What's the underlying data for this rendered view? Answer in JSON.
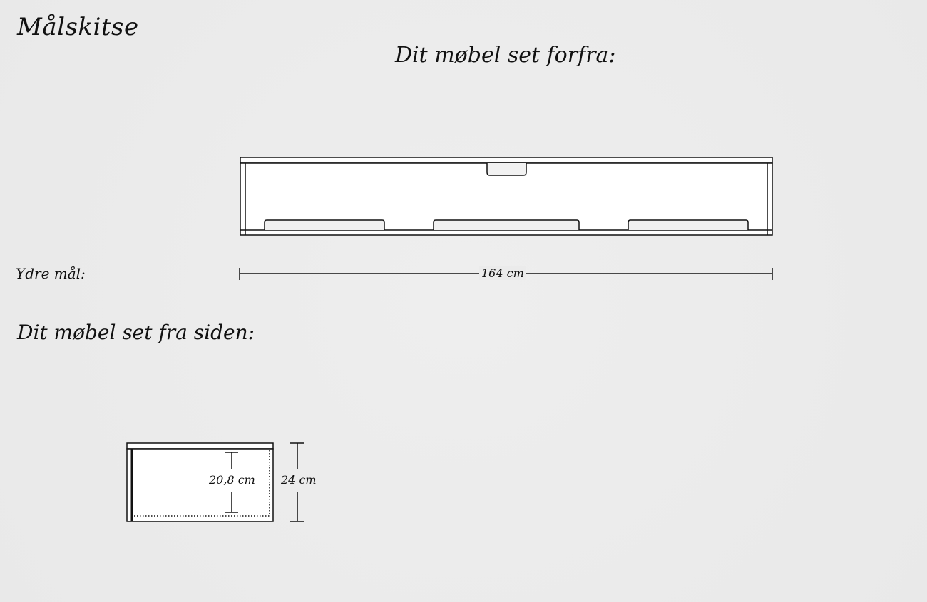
{
  "sketch": {
    "title": "Målskitse",
    "front_view_title": "Dit møbel set forfra:",
    "side_view_title": "Dit møbel set fra siden:",
    "outer_dimensions_label": "Ydre mål:",
    "front_width_label": "164 cm",
    "side_inner_height_label": "20,8 cm",
    "side_outer_height_label": "24 cm"
  },
  "colors": {
    "background": "#ebebeb",
    "line": "#111111",
    "panel_fill": "#ffffff",
    "drawer_fill": "#f0f0f0"
  }
}
